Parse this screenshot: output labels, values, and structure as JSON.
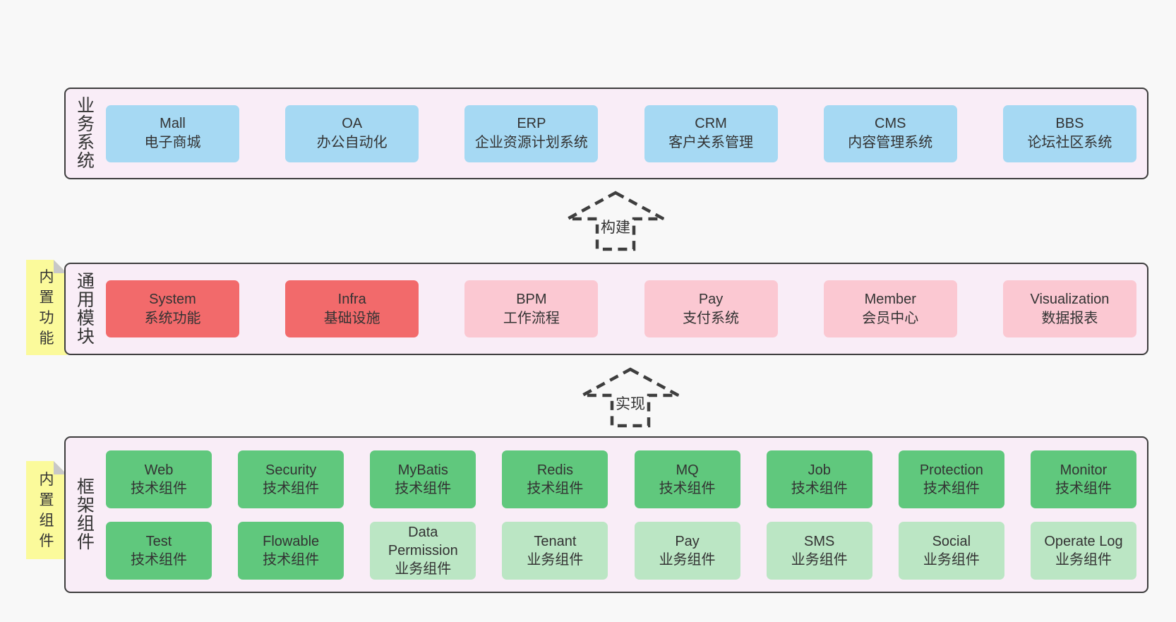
{
  "colors": {
    "page_bg": "#f8f8f8",
    "band_bg": "#f9edf7",
    "band_border": "#3d3d3d",
    "box_blue": "#a6d9f3",
    "box_red": "#f26a6b",
    "box_pink": "#fbc8d2",
    "box_green": "#60c87d",
    "box_green_light": "#bbe6c4",
    "sticky_yellow": "#fbfa9b",
    "sticky_fold_gray": "#c8c8c8",
    "arrow_stroke": "#3e3e3e",
    "text": "#333333"
  },
  "arrows": {
    "build": "构建",
    "implement": "实现"
  },
  "layers": {
    "business": {
      "label": "业务系统",
      "boxes": [
        {
          "name": "Mall",
          "desc": "电子商城"
        },
        {
          "name": "OA",
          "desc": "办公自动化"
        },
        {
          "name": "ERP",
          "desc": "企业资源计划系统"
        },
        {
          "name": "CRM",
          "desc": "客户关系管理"
        },
        {
          "name": "CMS",
          "desc": "内容管理系统"
        },
        {
          "name": "BBS",
          "desc": "论坛社区系统"
        }
      ]
    },
    "modules": {
      "label": "通用模块",
      "sticky": "内置功能",
      "boxes": [
        {
          "name": "System",
          "desc": "系统功能",
          "variant": "red"
        },
        {
          "name": "Infra",
          "desc": "基础设施",
          "variant": "red"
        },
        {
          "name": "BPM",
          "desc": "工作流程",
          "variant": "pink"
        },
        {
          "name": "Pay",
          "desc": "支付系统",
          "variant": "pink"
        },
        {
          "name": "Member",
          "desc": "会员中心",
          "variant": "pink"
        },
        {
          "name": "Visualization",
          "desc": "数据报表",
          "variant": "pink"
        }
      ]
    },
    "framework": {
      "label": "框架组件",
      "sticky": "内置组件",
      "rows": [
        [
          {
            "name": "Web",
            "desc": "技术组件",
            "variant": "green"
          },
          {
            "name": "Security",
            "desc": "技术组件",
            "variant": "green"
          },
          {
            "name": "MyBatis",
            "desc": "技术组件",
            "variant": "green"
          },
          {
            "name": "Redis",
            "desc": "技术组件",
            "variant": "green"
          },
          {
            "name": "MQ",
            "desc": "技术组件",
            "variant": "green"
          },
          {
            "name": "Job",
            "desc": "技术组件",
            "variant": "green"
          },
          {
            "name": "Protection",
            "desc": "技术组件",
            "variant": "green"
          },
          {
            "name": "Monitor",
            "desc": "技术组件",
            "variant": "green"
          }
        ],
        [
          {
            "name": "Test",
            "desc": "技术组件",
            "variant": "green"
          },
          {
            "name": "Flowable",
            "desc": "技术组件",
            "variant": "green"
          },
          {
            "name": "Data Permission",
            "desc": "业务组件",
            "variant": "green-light"
          },
          {
            "name": "Tenant",
            "desc": "业务组件",
            "variant": "green-light"
          },
          {
            "name": "Pay",
            "desc": "业务组件",
            "variant": "green-light"
          },
          {
            "name": "SMS",
            "desc": "业务组件",
            "variant": "green-light"
          },
          {
            "name": "Social",
            "desc": "业务组件",
            "variant": "green-light"
          },
          {
            "name": "Operate Log",
            "desc": "业务组件",
            "variant": "green-light"
          }
        ]
      ]
    }
  }
}
